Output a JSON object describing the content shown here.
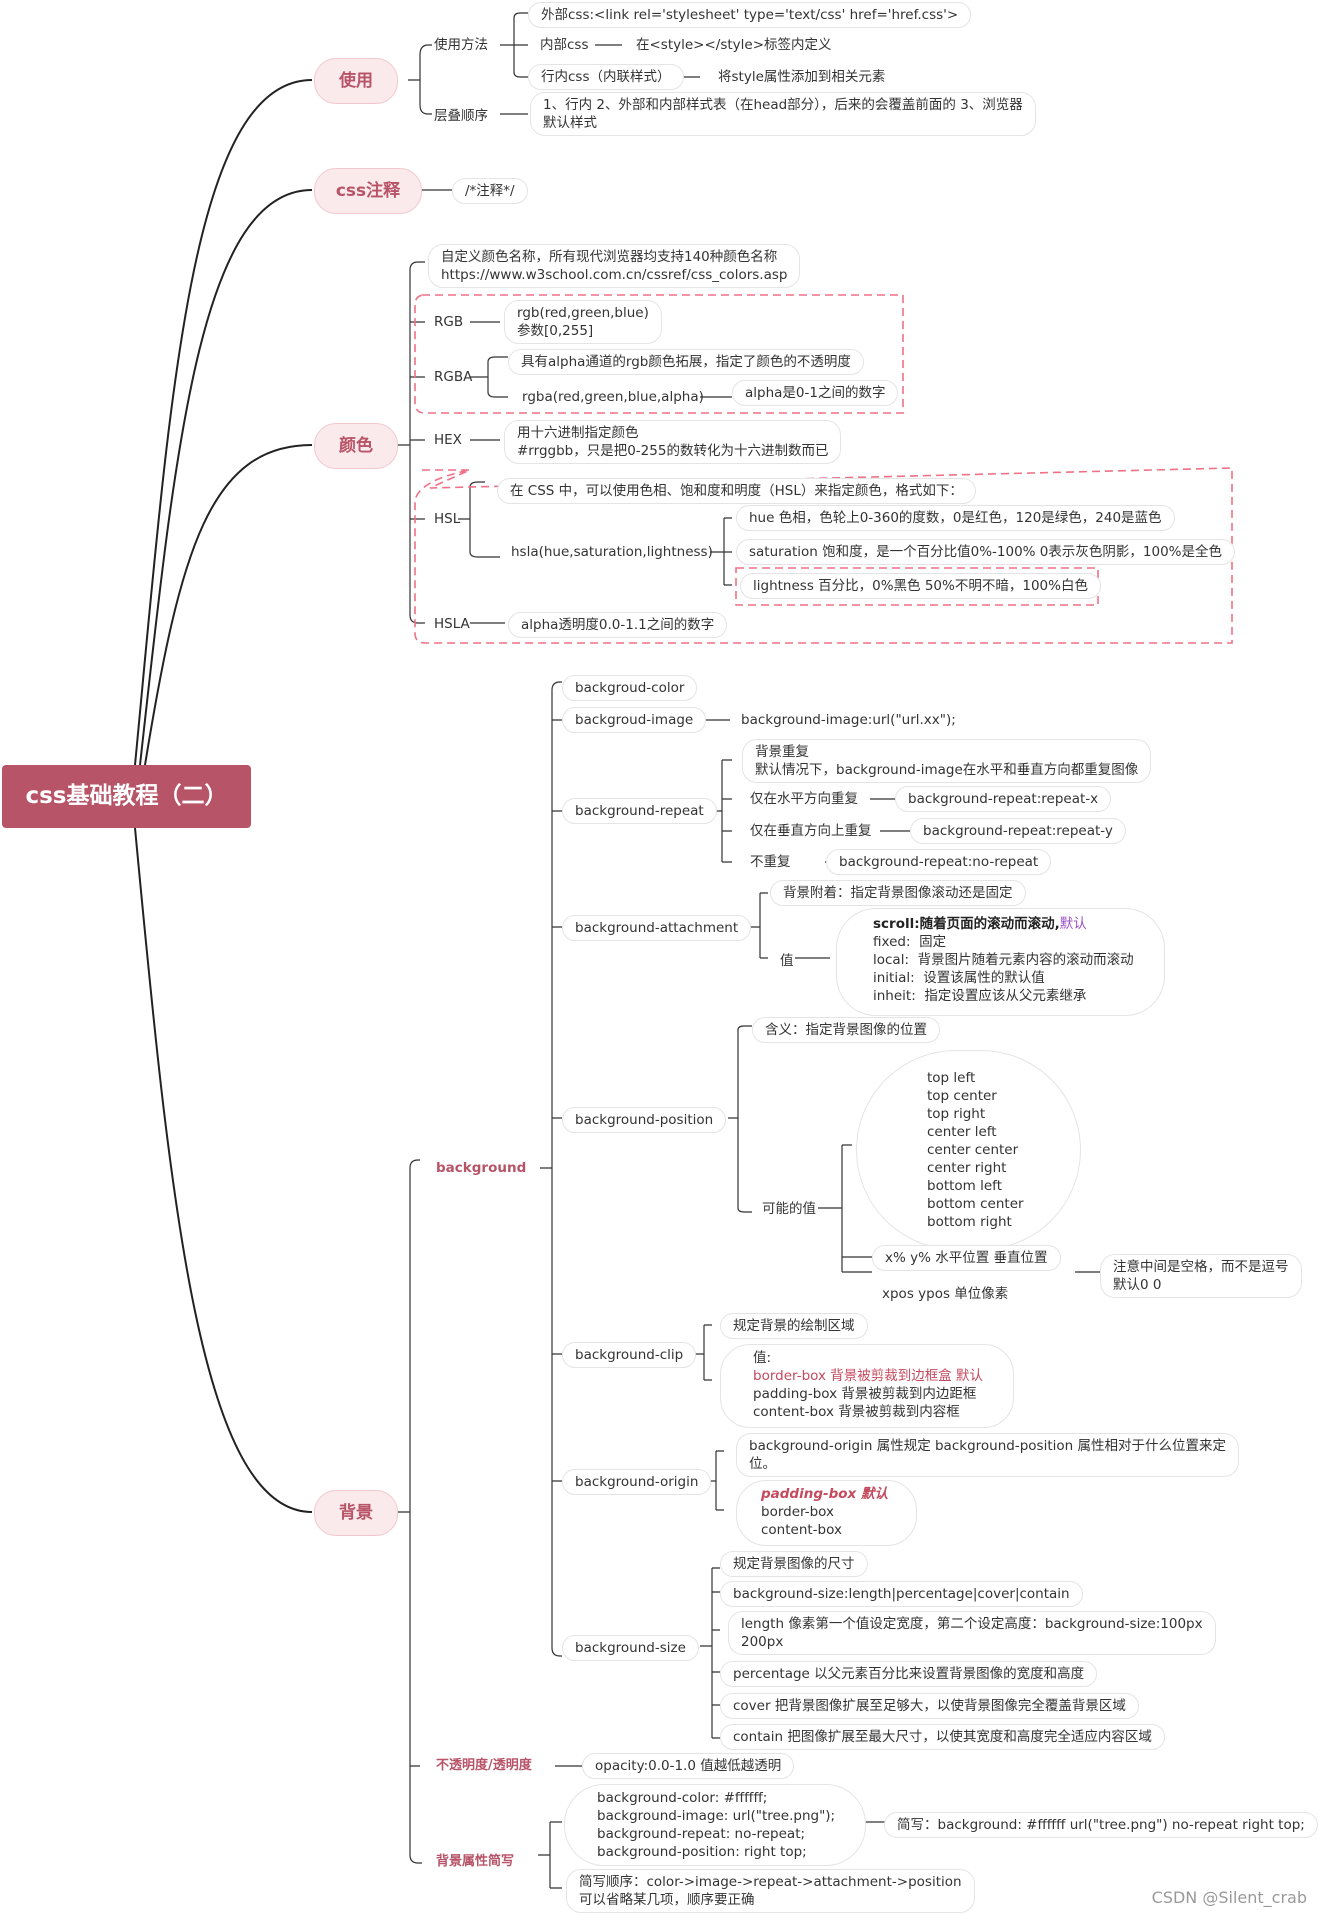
{
  "root": "css基础教程（二）",
  "mains": {
    "use": "使用",
    "comment": "css注释",
    "color": "颜色",
    "bg": "背景"
  },
  "use": {
    "method": "使用方法",
    "external": "外部css:<link rel='stylesheet' type='text/css' href='href.css'>",
    "internal": "内部css",
    "internal_desc": "在<style></style>标签内定义",
    "inline": "行内css（内联样式）",
    "inline_desc": "将style属性添加到相关元素",
    "cascade": "层叠顺序",
    "cascade_desc": "1、行内 2、外部和内部样式表（在head部分），后来的会覆盖前面的 3、浏览器\n默认样式"
  },
  "comment": {
    "syntax": "/*注释*/"
  },
  "color": {
    "names": "自定义颜色名称，所有现代浏览器均支持140种颜色名称\nhttps://www.w3school.com.cn/cssref/css_colors.asp",
    "rgb": "RGB",
    "rgb_desc": "rgb(red,green,blue)\n参数[0,255]",
    "rgba": "RGBA",
    "rgba_desc1": "具有alpha通道的rgb颜色拓展，指定了颜色的不透明度",
    "rgba_desc2": "rgba(red,green,blue,alpha)",
    "rgba_alpha": "alpha是0-1之间的数字",
    "hex": "HEX",
    "hex_desc": "用十六进制指定颜色\n#rrggbb，只是把0-255的数转化为十六进制数而已",
    "hsl": "HSL",
    "hsl_desc": "在 CSS 中，可以使用色相、饱和度和明度（HSL）来指定颜色，格式如下：",
    "hsla_fn": "hsla(hue,saturation,lightness)",
    "hue": "hue 色相，色轮上0-360的度数，0是红色，120是绿色，240是蓝色",
    "saturation": "saturation 饱和度，是一个百分比值0%-100% 0表示灰色阴影，100%是全色",
    "lightness": "lightness 百分比，0%黑色 50%不明不暗，100%白色",
    "hsla": "HSLA",
    "hsla_desc": "alpha透明度0.0-1.1之间的数字"
  },
  "bg": {
    "background": "background",
    "color": "backgroud-color",
    "image": "backgroud-image",
    "image_desc": "background-image:url(\"url.xx\");",
    "repeat": "background-repeat",
    "repeat_desc": "背景重复\n默认情况下，background-image在水平和垂直方向都重复图像",
    "repeat_x": "仅在水平方向重复",
    "repeat_x_code": "background-repeat:repeat-x",
    "repeat_y": "仅在垂直方向上重复",
    "repeat_y_code": "background-repeat:repeat-y",
    "no_repeat": "不重复",
    "no_repeat_code": "background-repeat:no-repeat",
    "attach": "background-attachment",
    "attach_desc": "背景附着：指定背景图像滚动还是固定",
    "attach_val": "值",
    "attach_scroll": "scroll:随着页面的滚动而滚动,",
    "attach_default": "默认",
    "attach_rest": "fixed:  固定\nlocal:  背景图片随着元素内容的滚动而滚动\ninitial:  设置该属性的默认值\ninheit:  指定设置应该从父元素继承",
    "pos": "background-position",
    "pos_desc": "含义：指定背景图像的位置",
    "pos_val": "可能的值",
    "pos_list": "top left\ntop center\ntop right\ncenter left\ncenter center\ncenter right\nbottom left\nbottom center\nbottom right",
    "pos_xy": "x%  y%  水平位置  垂直位置",
    "pos_px": "xpos  ypos 单位像素",
    "pos_note": "注意中间是空格，而不是逗号\n默认0 0",
    "clip": "background-clip",
    "clip_desc": "规定背景的绘制区域",
    "clip_val": "值:",
    "clip_border": "border-box 背景被剪裁到边框盒 默认",
    "clip_rest": "padding-box 背景被剪裁到内边距框\ncontent-box 背景被剪裁到内容框",
    "origin": "background-origin",
    "origin_desc": "background-origin 属性规定 background-position 属性相对于什么位置来定\n位。",
    "origin_padding": "padding-box 默认",
    "origin_rest": "border-box\ncontent-box",
    "size": "background-size",
    "size_desc": "规定背景图像的尺寸",
    "size_syntax": "background-size:length|percentage|cover|contain",
    "size_length": "length 像素第一个值设定宽度，第二个设定高度：background-size:100px\n200px",
    "size_pct": "percentage 以父元素百分比来设置背景图像的宽度和高度",
    "size_cover": "cover 把背景图像扩展至足够大，以使背景图像完全覆盖背景区域",
    "size_contain": "contain 把图像扩展至最大尺寸，以使其宽度和高度完全适应内容区域",
    "opacity": "不透明度/透明度",
    "opacity_desc": "opacity:0.0-1.0 值越低越透明",
    "short": "背景属性简写",
    "short_code": "background-color: #ffffff;\nbackground-image: url(\"tree.png\");\nbackground-repeat: no-repeat;\nbackground-position: right top;",
    "short_result": "简写：background: #ffffff url(\"tree.png\") no-repeat right top;",
    "short_order": "简写顺序：color->image->repeat->attachment->position\n可以省略某几项，顺序要正确"
  },
  "watermark": "CSDN @Silent_crab"
}
